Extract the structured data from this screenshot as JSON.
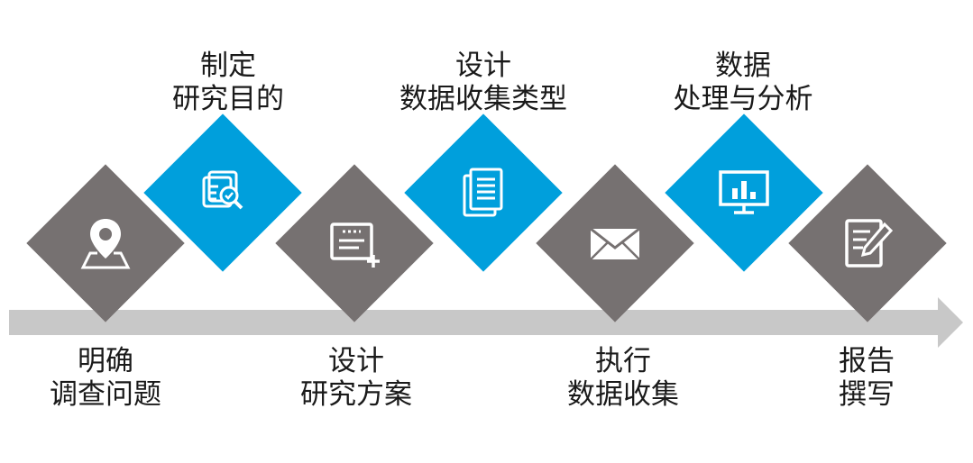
{
  "steps": [
    {
      "id": "define-problem",
      "row": "bottom",
      "color": "gray",
      "icon": "map-pin-icon",
      "lines": [
        "明确",
        "调查问题"
      ]
    },
    {
      "id": "set-objective",
      "row": "top",
      "color": "blue",
      "icon": "document-search-icon",
      "lines": [
        "制定",
        "研究目的"
      ]
    },
    {
      "id": "design-plan",
      "row": "bottom",
      "color": "gray",
      "icon": "plan-add-icon",
      "lines": [
        "设计",
        "研究方案"
      ]
    },
    {
      "id": "design-collection",
      "row": "top",
      "color": "blue",
      "icon": "documents-icon",
      "lines": [
        "设计",
        "数据收集类型"
      ]
    },
    {
      "id": "collect-data",
      "row": "bottom",
      "color": "gray",
      "icon": "envelope-icon",
      "lines": [
        "执行",
        "数据收集"
      ]
    },
    {
      "id": "analyze-data",
      "row": "top",
      "color": "blue",
      "icon": "chart-monitor-icon",
      "lines": [
        "数据",
        "处理与分析"
      ]
    },
    {
      "id": "write-report",
      "row": "bottom",
      "color": "gray",
      "icon": "edit-document-icon",
      "lines": [
        "报告",
        "撰写"
      ]
    }
  ],
  "colors": {
    "gray": "#767171",
    "blue": "#009fdc",
    "arrow": "#c8c8c8"
  }
}
